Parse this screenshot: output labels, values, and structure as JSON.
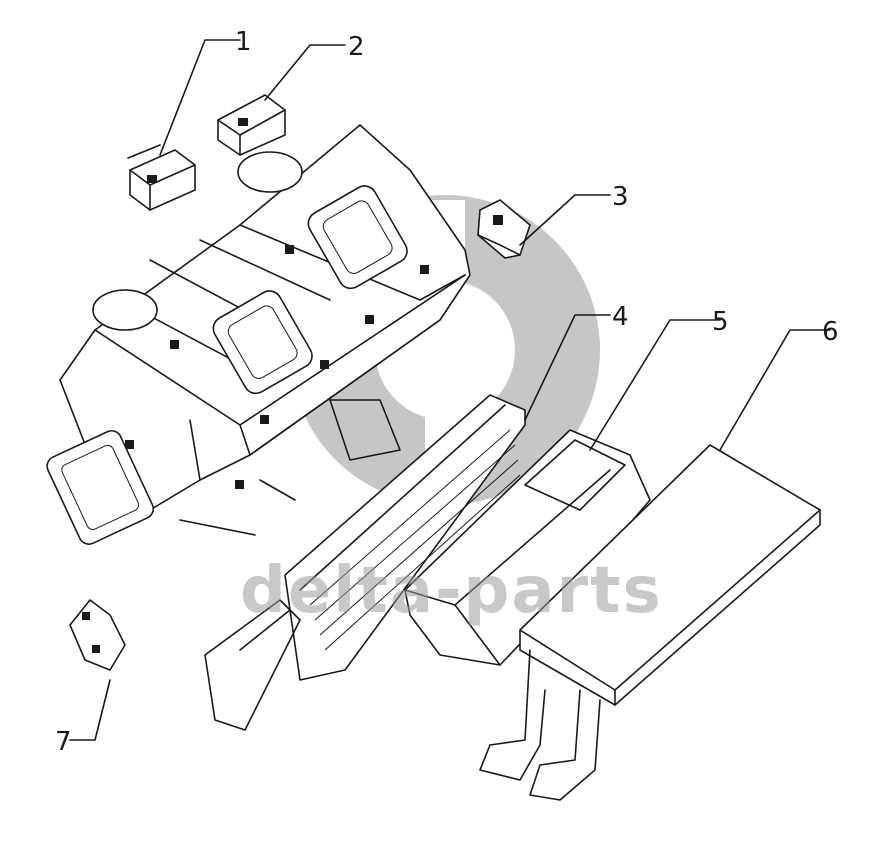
{
  "watermark": {
    "text": "delta-parts",
    "color": "#9a9a9a"
  },
  "callouts": [
    {
      "id": "1",
      "label": "1"
    },
    {
      "id": "2",
      "label": "2"
    },
    {
      "id": "3",
      "label": "3"
    },
    {
      "id": "4",
      "label": "4"
    },
    {
      "id": "5",
      "label": "5"
    },
    {
      "id": "6",
      "label": "6"
    },
    {
      "id": "7",
      "label": "7"
    }
  ]
}
